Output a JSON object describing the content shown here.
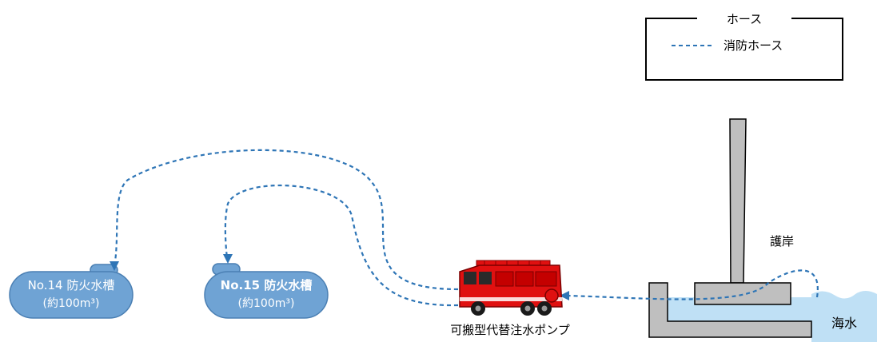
{
  "legend": {
    "title": "ホース",
    "items": [
      {
        "label": "消防ホース",
        "style": "dashed",
        "color": "#2e75b6"
      }
    ]
  },
  "tanks": [
    {
      "name": "No.14 防火水槽",
      "capacity": "(約100m³)"
    },
    {
      "name": "No.15 防火水槽",
      "capacity": "(約100m³)"
    }
  ],
  "pump": {
    "label": "可搬型代替注水ポンプ",
    "icon": "fire-truck-icon"
  },
  "seawall": {
    "label": "護岸"
  },
  "sea": {
    "label": "海水"
  },
  "colors": {
    "hose": "#2e75b6",
    "tank_fill": "#6fa3d4",
    "tank_stroke": "#4a7fb3",
    "water": "#bfe0f5",
    "wall_fill": "#bfbfbf",
    "wall_stroke": "#000000",
    "truck_red": "#e01010"
  }
}
